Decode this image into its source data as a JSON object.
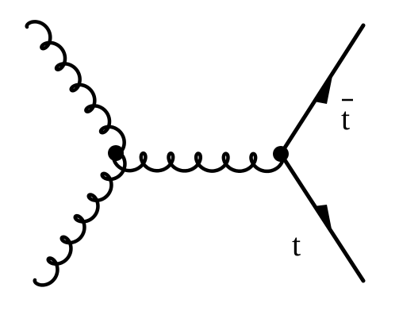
{
  "diagram": {
    "vertices": [
      {
        "id": "v1"
      },
      {
        "id": "v2"
      }
    ],
    "edges": [
      {
        "id": "g-in-top",
        "type": "gluon",
        "from": "external-top-left",
        "to": "v1"
      },
      {
        "id": "g-in-bottom",
        "type": "gluon",
        "from": "external-bottom-left",
        "to": "v1"
      },
      {
        "id": "g-propagator",
        "type": "gluon",
        "from": "v1",
        "to": "v2"
      },
      {
        "id": "f-antitop",
        "type": "fermion",
        "from": "v2",
        "to": "external-top-right",
        "arrow": "toward-vertex",
        "label": "t̄"
      },
      {
        "id": "f-top",
        "type": "fermion",
        "from": "v2",
        "to": "external-bottom-right",
        "arrow": "away-from-vertex",
        "label": "t"
      }
    ],
    "labels": {
      "antitop": "t",
      "top": "t"
    },
    "colors": {
      "ink": "#000000",
      "background": "#ffffff"
    }
  }
}
